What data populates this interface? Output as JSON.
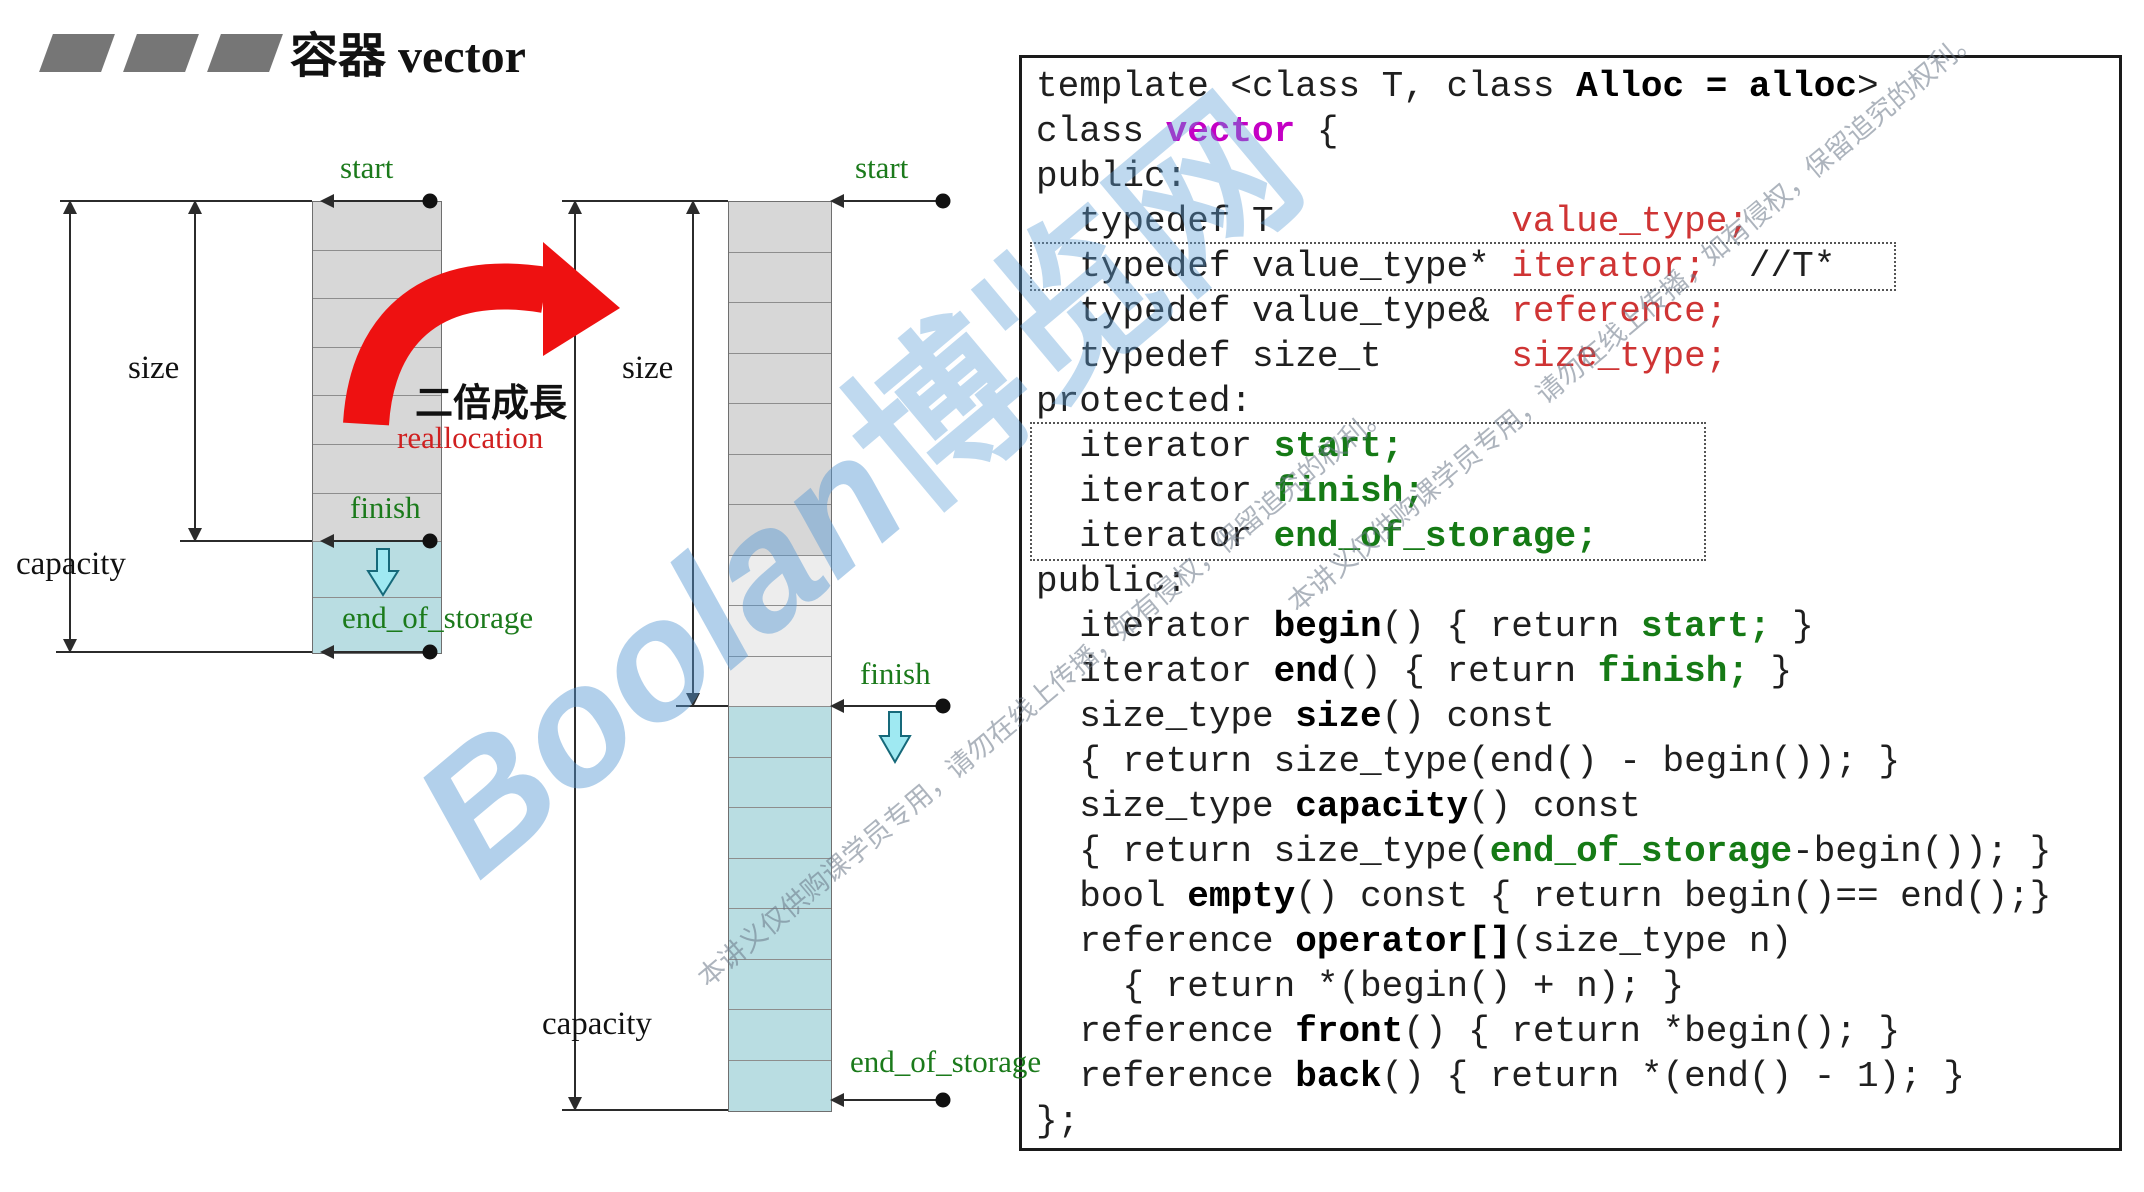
{
  "title": {
    "text": "容器 vector"
  },
  "diagram": {
    "labels": {
      "start1": "start",
      "finish1": "finish",
      "eos1": "end_of_storage",
      "size1": "size",
      "capacity1": "capacity",
      "start2": "start",
      "finish2": "finish",
      "eos2": "end_of_storage",
      "size2": "size",
      "capacity2": "capacity",
      "growth": "二倍成長",
      "realloc": "reallocation"
    },
    "vector1": {
      "size_cells": 7,
      "spare_cells": 2
    },
    "vector2": {
      "filled_cells": 7,
      "light_cells": 3,
      "spare_cells": 8
    },
    "colors": {
      "cell_gray": "#d7d7d7",
      "cell_light": "#ededed",
      "cell_teal": "#b9dde2",
      "arrow_red": "#ee1111",
      "label_green": "#1b7a1b",
      "pointer_cyan": "#9fe9f2"
    }
  },
  "code": {
    "lines": [
      {
        "box": null,
        "seg": [
          {
            "t": "template <class T, class ",
            "c": "p"
          },
          {
            "t": "Alloc = alloc",
            "c": "b"
          },
          {
            "t": ">",
            "c": "p"
          }
        ]
      },
      {
        "box": null,
        "seg": [
          {
            "t": "class ",
            "c": "p"
          },
          {
            "t": "vector",
            "c": "m"
          },
          {
            "t": " {",
            "c": "p"
          }
        ]
      },
      {
        "box": null,
        "seg": [
          {
            "t": "public:",
            "c": "p"
          }
        ]
      },
      {
        "box": null,
        "seg": [
          {
            "t": "  typedef T           ",
            "c": "p"
          },
          {
            "t": "value_type;",
            "c": "r"
          }
        ]
      },
      {
        "box": "a",
        "seg": [
          {
            "t": "  typedef value_type* ",
            "c": "p"
          },
          {
            "t": "iterator;",
            "c": "r"
          },
          {
            "t": "  //T*",
            "c": "p"
          }
        ]
      },
      {
        "box": null,
        "seg": [
          {
            "t": "  typedef value_type& ",
            "c": "p"
          },
          {
            "t": "reference;",
            "c": "r"
          }
        ]
      },
      {
        "box": null,
        "seg": [
          {
            "t": "  typedef size_t      ",
            "c": "p"
          },
          {
            "t": "size_type;",
            "c": "r"
          }
        ]
      },
      {
        "box": null,
        "seg": [
          {
            "t": "protected:",
            "c": "p"
          }
        ]
      },
      {
        "box": "b",
        "seg": [
          {
            "t": "  iterator ",
            "c": "p"
          },
          {
            "t": "start;",
            "c": "g"
          }
        ]
      },
      {
        "box": "b",
        "seg": [
          {
            "t": "  iterator ",
            "c": "p"
          },
          {
            "t": "finish;",
            "c": "g"
          }
        ]
      },
      {
        "box": "b",
        "seg": [
          {
            "t": "  iterator ",
            "c": "p"
          },
          {
            "t": "end_of_storage;",
            "c": "g"
          }
        ]
      },
      {
        "box": null,
        "seg": [
          {
            "t": "public:",
            "c": "p"
          }
        ]
      },
      {
        "box": null,
        "seg": [
          {
            "t": "  iterator ",
            "c": "p"
          },
          {
            "t": "begin",
            "c": "b"
          },
          {
            "t": "() { return ",
            "c": "p"
          },
          {
            "t": "start;",
            "c": "g"
          },
          {
            "t": " }",
            "c": "p"
          }
        ]
      },
      {
        "box": null,
        "seg": [
          {
            "t": "  iterator ",
            "c": "p"
          },
          {
            "t": "end",
            "c": "b"
          },
          {
            "t": "() { return ",
            "c": "p"
          },
          {
            "t": "finish;",
            "c": "g"
          },
          {
            "t": " }",
            "c": "p"
          }
        ]
      },
      {
        "box": null,
        "seg": [
          {
            "t": "  size_type ",
            "c": "p"
          },
          {
            "t": "size",
            "c": "b"
          },
          {
            "t": "() const",
            "c": "p"
          }
        ]
      },
      {
        "box": null,
        "seg": [
          {
            "t": "  { return size_type(end() - begin()); }",
            "c": "p"
          }
        ]
      },
      {
        "box": null,
        "seg": [
          {
            "t": "  size_type ",
            "c": "p"
          },
          {
            "t": "capacity",
            "c": "b"
          },
          {
            "t": "() const",
            "c": "p"
          }
        ]
      },
      {
        "box": null,
        "seg": [
          {
            "t": "  { return size_type(",
            "c": "p"
          },
          {
            "t": "end_of_storage",
            "c": "g"
          },
          {
            "t": "-begin()); }",
            "c": "p"
          }
        ]
      },
      {
        "box": null,
        "seg": [
          {
            "t": "  bool ",
            "c": "p"
          },
          {
            "t": "empty",
            "c": "b"
          },
          {
            "t": "() const { return begin()== end();}",
            "c": "p"
          }
        ]
      },
      {
        "box": null,
        "seg": [
          {
            "t": "  reference ",
            "c": "p"
          },
          {
            "t": "operator[]",
            "c": "b"
          },
          {
            "t": "(size_type n)",
            "c": "p"
          }
        ]
      },
      {
        "box": null,
        "seg": [
          {
            "t": "    { return *(begin() + n); }",
            "c": "p"
          }
        ]
      },
      {
        "box": null,
        "seg": [
          {
            "t": "  reference ",
            "c": "p"
          },
          {
            "t": "front",
            "c": "b"
          },
          {
            "t": "() { return *begin(); }",
            "c": "p"
          }
        ]
      },
      {
        "box": null,
        "seg": [
          {
            "t": "  reference ",
            "c": "p"
          },
          {
            "t": "back",
            "c": "b"
          },
          {
            "t": "() { return *(end() - 1); }",
            "c": "p"
          }
        ]
      },
      {
        "box": null,
        "seg": [
          {
            "t": "};",
            "c": "p"
          }
        ]
      }
    ]
  },
  "watermark": {
    "brand_en": "Boolan",
    "brand_cn": "博览网",
    "notice": "本讲义仅供购课学员专用，请勿在线上传播，如有侵权，保留追究的权利。"
  }
}
